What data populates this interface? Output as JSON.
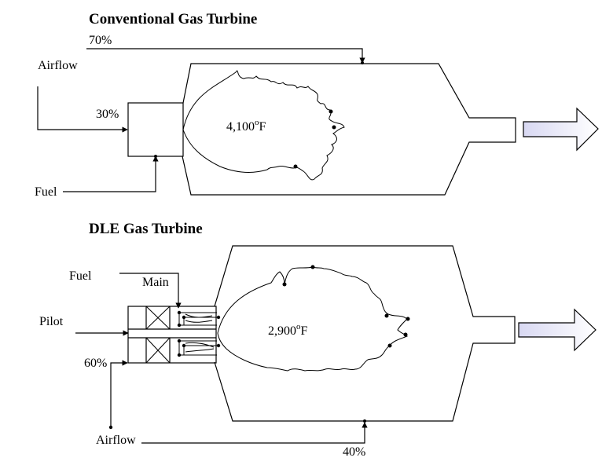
{
  "conventional": {
    "title": "Conventional Gas Turbine",
    "top_percent": "70%",
    "airflow_label": "Airflow",
    "side_percent": "30%",
    "fuel_label": "Fuel",
    "temp_value": "4,100",
    "temp_sup": "o",
    "temp_unit": "F"
  },
  "dle": {
    "title": "DLE Gas Turbine",
    "fuel_label": "Fuel",
    "main_label": "Main",
    "pilot_label": "Pilot",
    "side_percent": "60%",
    "airflow_label": "Airflow",
    "bottom_percent": "40%",
    "temp_value": "2,900",
    "temp_sup": "o",
    "temp_unit": "F"
  },
  "colors": {
    "exhaust_arrow_fill_light": "#ffffff",
    "exhaust_arrow_fill_dark": "#d8d8f2"
  }
}
